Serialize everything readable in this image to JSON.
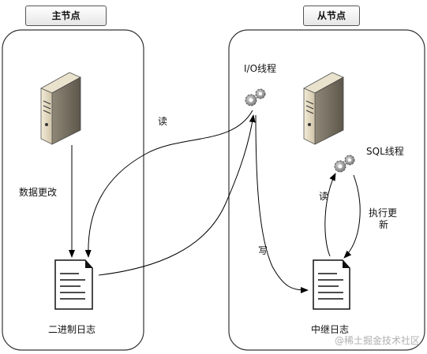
{
  "panels": {
    "master": {
      "title": "主节点"
    },
    "slave": {
      "title": "从节点"
    }
  },
  "labels": {
    "data_change": "数据更改",
    "binlog": "二进制日志",
    "io_thread": "I/O线程",
    "sql_thread": "SQL线程",
    "relay_log": "中继日志",
    "read_binlog": "读",
    "write_relay": "写",
    "read_relay": "读",
    "execute_line1": "执行更",
    "execute_line2": "新"
  },
  "watermark": "@稀土掘金技术社区",
  "icons": {
    "master_server": "server-icon",
    "slave_server": "server-icon",
    "io_thread": "gears-icon",
    "sql_thread": "gears-icon",
    "binlog": "document-icon",
    "relay_log": "document-icon"
  },
  "colors": {
    "panel_border": "#333333",
    "arrow": "#000000",
    "server_body": "#d8cfb8",
    "gear": "#8a8a8a"
  }
}
